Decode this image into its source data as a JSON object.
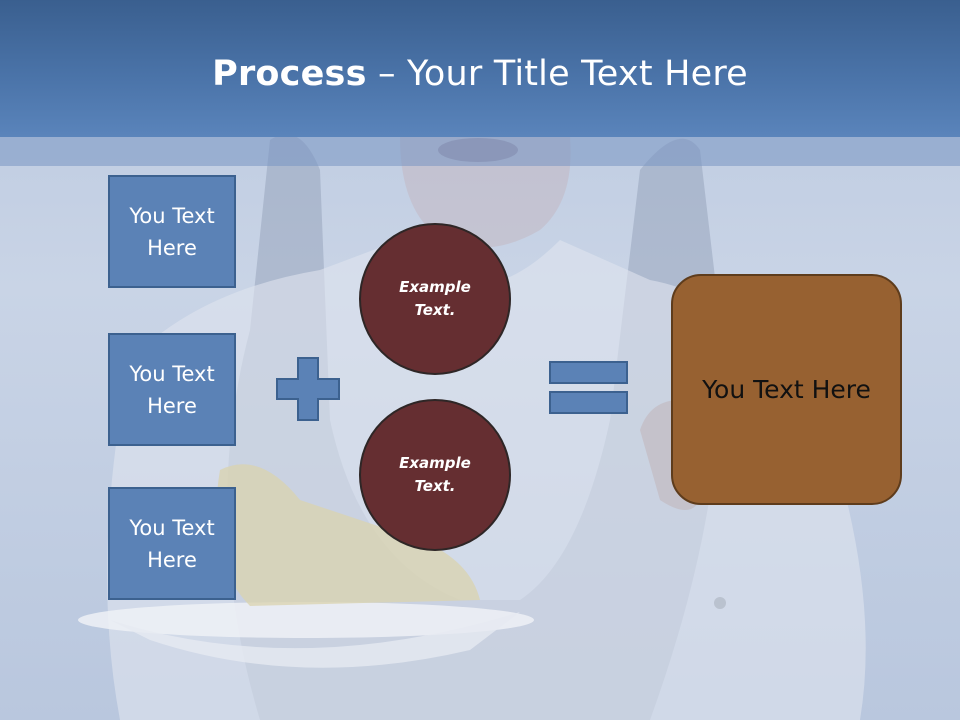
{
  "title": {
    "bold": "Process",
    "rest": " – Your Title Text Here"
  },
  "boxes": [
    {
      "label": "You Text Here"
    },
    {
      "label": "You Text Here"
    },
    {
      "label": "You Text Here"
    }
  ],
  "circles": [
    {
      "label": "Example Text."
    },
    {
      "label": "Example Text."
    }
  ],
  "result": {
    "label": "You Text Here"
  },
  "operators": {
    "plus": "plus-icon",
    "equals": "equals-icon"
  },
  "colors": {
    "title_bar": "#4a73a8",
    "box_fill": "#5b82b6",
    "circle_fill": "#652e31",
    "result_fill": "#976131"
  }
}
